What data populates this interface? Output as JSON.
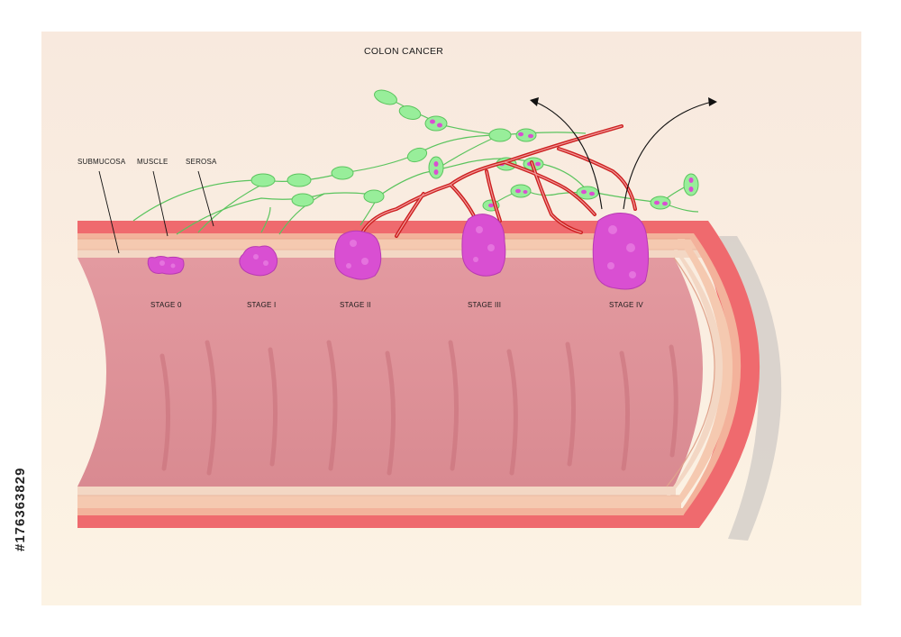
{
  "title": "COLON CANCER",
  "layers": {
    "submucosa": "SUBMUCOSA",
    "muscle": "MUSCLE",
    "serosa": "SEROSA"
  },
  "stages": [
    "STAGE 0",
    "STAGE I",
    "STAGE II",
    "STAGE III",
    "STAGE IV"
  ],
  "stock_id": "#176363829",
  "colors": {
    "background": "#fbefe2",
    "lumen": "#d9868c",
    "serosa": "#ef6a6e",
    "muscle": "#f4c2a2",
    "submucosa": "#f3d7c4",
    "tumor": "#d94fd2",
    "lymph": "#98ee9a",
    "lymph_line": "#5bc45e",
    "vessel": "#cc1f1f"
  }
}
